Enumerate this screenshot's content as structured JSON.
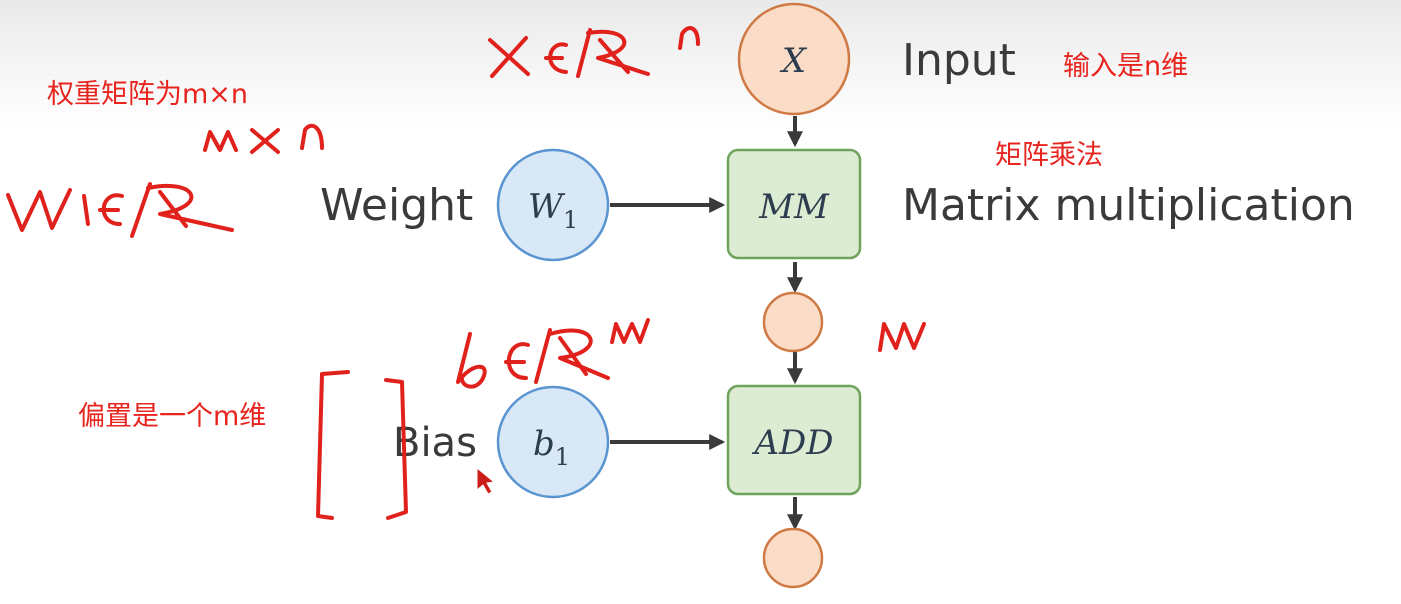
{
  "diagram": {
    "nodes": {
      "input": {
        "symbol": "X"
      },
      "weight": {
        "symbol": "W",
        "subscript": "1"
      },
      "matmul": {
        "symbol": "MM"
      },
      "bias": {
        "symbol": "b",
        "subscript": "1"
      },
      "add": {
        "symbol": "ADD"
      }
    },
    "labels": {
      "input": "Input",
      "weight": "Weight",
      "matmul": "Matrix multiplication",
      "bias": "Bias"
    },
    "colors": {
      "orange_fill": "#fbdcc6",
      "orange_stroke": "#cf7a45",
      "blue_fill": "#d9e8f7",
      "blue_stroke": "#5b95d1",
      "green_fill": "#dcecd3",
      "green_stroke": "#6fa35b",
      "annotation_red": "#e8241f"
    }
  },
  "annotations": {
    "input_dim": "输入是n维",
    "weight_shape": "权重矩阵为m×n",
    "matmul_cn": "矩阵乘法",
    "bias_dim": "偏置是一个m维"
  },
  "handwriting": {
    "input": {
      "base": "x∈R",
      "sup": "n"
    },
    "weight": {
      "base": "W₁∈R",
      "sup": "m×n"
    },
    "bias": {
      "base": "b∈R",
      "sup": "m"
    },
    "mm_output": "m"
  }
}
